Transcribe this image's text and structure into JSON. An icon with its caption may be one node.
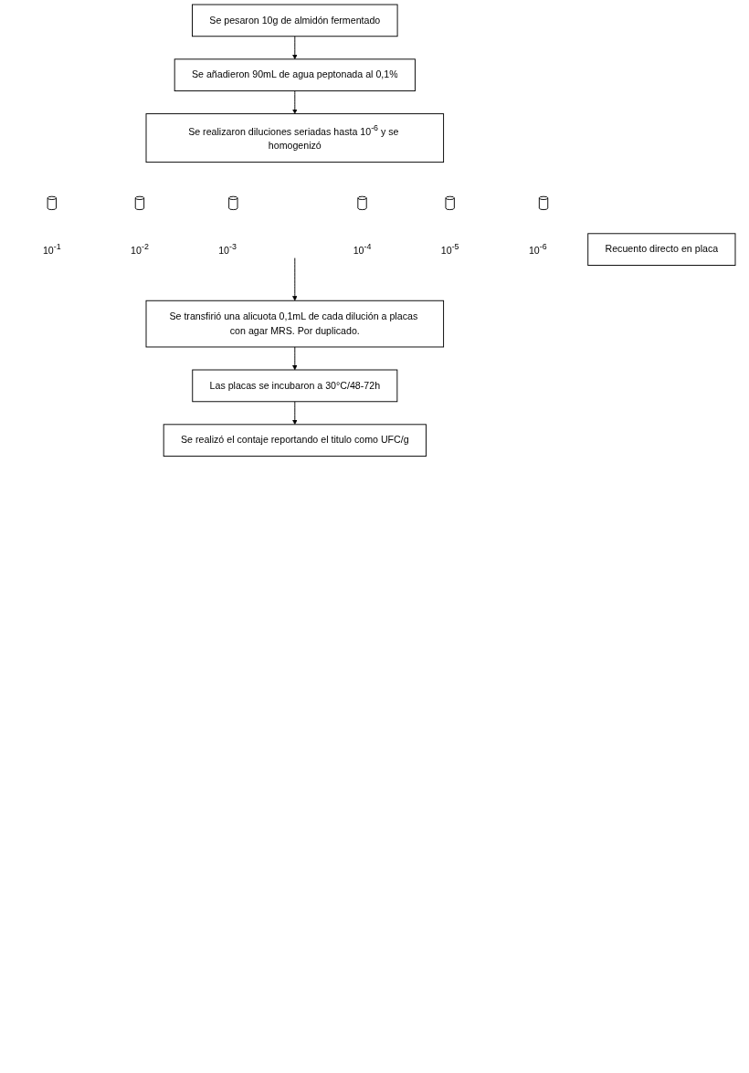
{
  "diagram": {
    "nodes": [
      {
        "text": [
          "Se pesaron 10g de almidón fermentado"
        ]
      },
      {
        "text": [
          "Se añadieron  90mL de agua peptonada al 0,1%"
        ]
      },
      {
        "text": [
          "Se realizaron diluciones seriadas hasta 10$^{-6}$ y se homogenizó"
        ]
      },
      {
        "text": [],
        "shape": "cylinder",
        "beside": [
          "10$^{-1}$"
        ]
      },
      {
        "text": [],
        "shape": "cylinder",
        "beside": [
          "10$^{-2}$"
        ]
      },
      {
        "text": [],
        "shape": "cylinder",
        "beside": [
          "10$^{-3}$"
        ]
      },
      {
        "text": [],
        "shape": "cylinder",
        "beside": [
          "10$^{-4}$"
        ]
      },
      {
        "text": [],
        "shape": "cylinder",
        "beside": [
          "10$^{-5}$"
        ]
      },
      {
        "text": [],
        "shape": "cylinder",
        "beside": [
          "10$^{-6}$"
        ]
      },
      {
        "text": [
          "Recuento directo en placa"
        ]
      },
      {
        "text": [
          "Se transfirió una alicuota 0,1mL de cada dilución a placas con agar MRS. Por duplicado."
        ]
      },
      {
        "text": [
          "Las placas se incubaron a 30°C/48-72h"
        ]
      },
      {
        "text": [
          "Se realizó el contaje reportando el titulo como UFC/g"
        ]
      }
    ],
    "edges": [
      {
        "from": 0,
        "to": 1,
        "arrow": "to"
      },
      {
        "from": 1,
        "to": 2,
        "arrow": "to"
      },
      {
        "from": null,
        "to": 10,
        "arrow": "to"
      },
      {
        "from": 10,
        "to": 11,
        "arrow": "to"
      },
      {
        "from": 11,
        "to": 12,
        "arrow": "to"
      }
    ]
  }
}
